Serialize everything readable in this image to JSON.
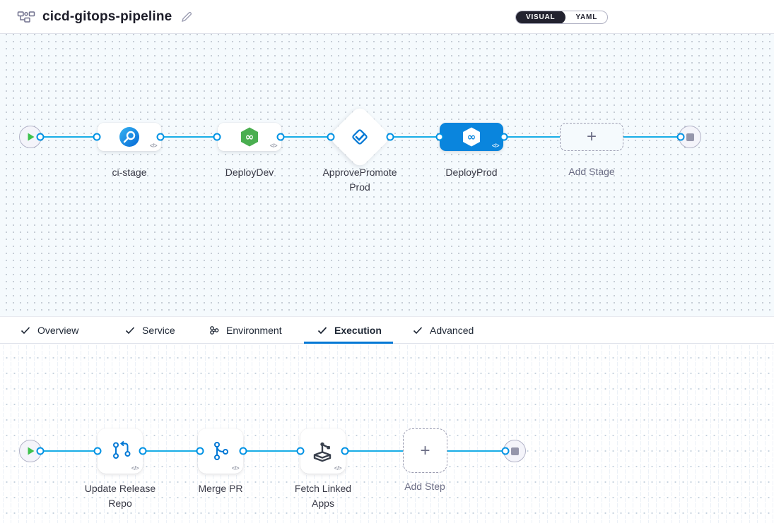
{
  "header": {
    "title": "cicd-gitops-pipeline",
    "view_toggle": {
      "visual_label": "VISUAL",
      "yaml_label": "YAML",
      "selected": "VISUAL"
    }
  },
  "stage_pipeline": {
    "stages": [
      {
        "label": "ci-stage",
        "type": "ci",
        "icon": "build-stage-icon",
        "selected": false
      },
      {
        "label": "DeployDev",
        "type": "deployment",
        "icon": "deploy-stage-icon",
        "selected": false
      },
      {
        "label": "ApprovePromoteProd",
        "type": "approval",
        "icon": "approval-stage-icon",
        "selected": false
      },
      {
        "label": "DeployProd",
        "type": "deployment",
        "icon": "deploy-stage-icon",
        "selected": true
      }
    ],
    "add_stage_label": "Add Stage"
  },
  "tabs": [
    {
      "label": "Overview",
      "icon": "check",
      "active": false
    },
    {
      "label": "Service",
      "icon": "check",
      "active": false
    },
    {
      "label": "Environment",
      "icon": "environment",
      "active": false
    },
    {
      "label": "Execution",
      "icon": "check",
      "active": true
    },
    {
      "label": "Advanced",
      "icon": "check",
      "active": false
    }
  ],
  "execution": {
    "steps": [
      {
        "label": "Update Release Repo",
        "icon": "update-release-repo-icon"
      },
      {
        "label": "Merge PR",
        "icon": "merge-pr-icon"
      },
      {
        "label": "Fetch Linked Apps",
        "icon": "fetch-linked-apps-icon"
      }
    ],
    "add_step_label": "Add Step"
  },
  "badges": {
    "code": "</>",
    "plus": "+"
  },
  "colors": {
    "accent_blue": "#0278d5",
    "flow_line": "#18ade6",
    "port_border": "#0092e4",
    "selected_stage_bg": "#0a85dd",
    "stage_green": "#4aae50",
    "play_green": "#3fc24e",
    "terminal_gray": "#9596ab"
  }
}
